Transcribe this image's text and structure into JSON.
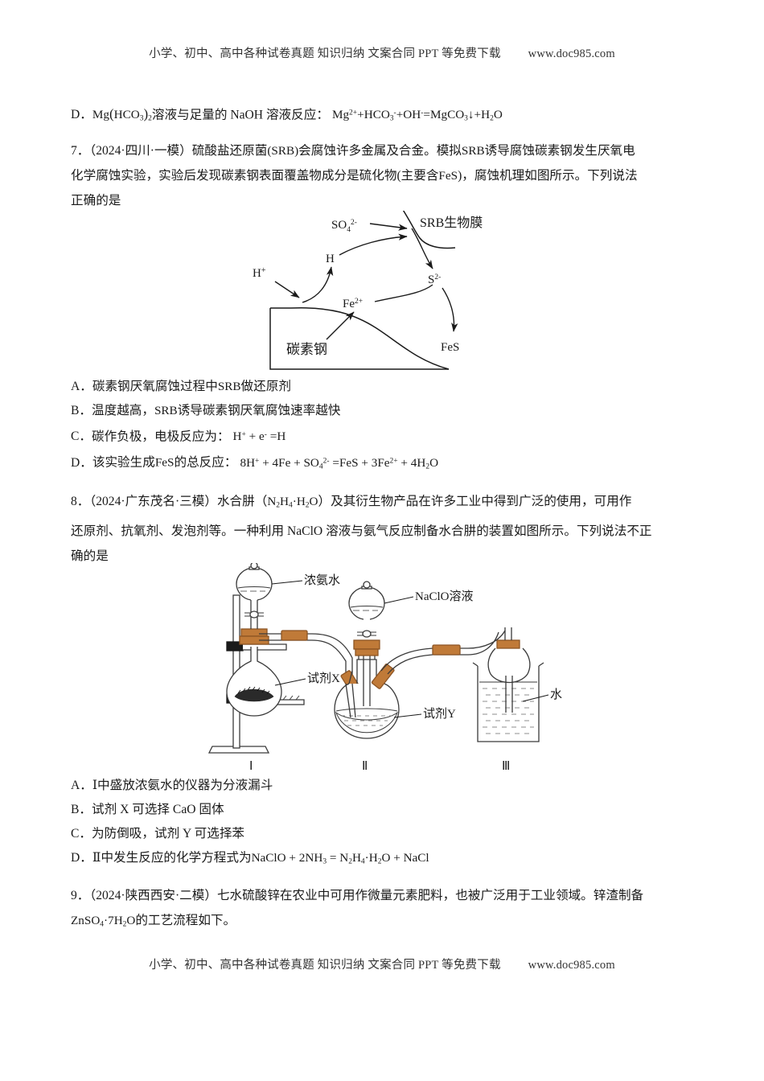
{
  "watermark": {
    "text": "小学、初中、高中各种试卷真题  知识归纳  文案合同  PPT 等免费下载",
    "url": "www.doc985.com"
  },
  "previous_option_d": {
    "label": "D．",
    "formula_prefix": "Mg(HCO3)2",
    "text": "溶液与足量的 NaOH 溶液反应：",
    "equation": "Mg2+ +HCO3- +OH- =MgCO3↓ +H2O"
  },
  "question7": {
    "number": "7．",
    "source": "（2024·四川·一模）",
    "stem_line1": "硫酸盐还原菌(SRB)会腐蚀许多金属及合金。模拟SRB诱导腐蚀碳素钢发生厌氧电",
    "stem_line2": "化学腐蚀实验，实验后发现碳素钢表面覆盖物成分是硫化物(主要含FeS)，腐蚀机理如图所示。下列说法",
    "stem_line3": "正确的是",
    "figure": {
      "labels": {
        "sulfate": "SO42-",
        "biofilm": "SRB生物膜",
        "hydrogen_atom": "H",
        "proton": "H+",
        "sulfide": "S2-",
        "ferrous": "Fe2+",
        "iron_sulfide": "FeS",
        "steel": "碳素钢"
      }
    },
    "options": [
      {
        "label": "A．",
        "text": "碳素钢厌氧腐蚀过程中SRB做还原剂"
      },
      {
        "label": "B．",
        "text": "温度越高，SRB诱导碳素钢厌氧腐蚀速率越快"
      },
      {
        "label": "C．",
        "text": "碳作负极，电极反应为：",
        "equation": "H+ + e- =H"
      },
      {
        "label": "D．",
        "text": "该实验生成FeS的总反应：",
        "equation": "8H+ + 4Fe + SO42- =FeS + 3Fe2+ + 4H2O"
      }
    ]
  },
  "question8": {
    "number": "8．",
    "source": "（2024·广东茂名·三模）",
    "stem_line1": "水合肼（N2H4·H2O）及其衍生物产品在许多工业中得到广泛的使用，可用作",
    "stem_line2": "还原剂、抗氧剂、发泡剂等。一种利用 NaClO 溶液与氨气反应制备水合肼的装置如图所示。下列说法不正",
    "stem_line3": "确的是",
    "figure": {
      "labels": {
        "ammonia": "浓氨水",
        "reagent_x": "试剂X",
        "naclo": "NaClO溶液",
        "reagent_y": "试剂Y",
        "water": "水",
        "apparatus_1": "Ⅰ",
        "apparatus_2": "Ⅱ",
        "apparatus_3": "Ⅲ"
      },
      "colors": {
        "rubber": "#c07a38",
        "glass": "#3a3a3a"
      }
    },
    "options": [
      {
        "label": "A．",
        "text": "Ⅰ中盛放浓氨水的仪器为分液漏斗"
      },
      {
        "label": "B．",
        "text": "试剂 X 可选择 CaO 固体"
      },
      {
        "label": "C．",
        "text": "为防倒吸，试剂 Y 可选择苯"
      },
      {
        "label": "D．",
        "text": "Ⅱ中发生反应的化学方程式为",
        "equation": "NaClO + 2NH3 = N2H4·H2O + NaCl"
      }
    ]
  },
  "question9": {
    "number": "9．",
    "source": "（2024·陕西西安·二模）",
    "stem_line1": "七水硫酸锌在农业中可用作微量元素肥料，也被广泛用于工业领域。锌渣制备",
    "stem_line2_formula": "ZnSO4·7H2O",
    "stem_line2_text": "的工艺流程如下。"
  }
}
